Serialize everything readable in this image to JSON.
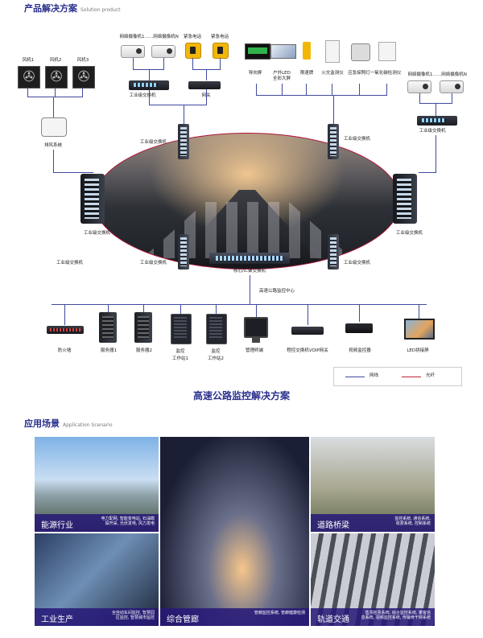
{
  "sections": {
    "product": {
      "title": "产品解决方案",
      "subtitle": "Solution product"
    },
    "application": {
      "title": "应用场景",
      "subtitle": "Application Scenario"
    }
  },
  "diagram": {
    "fans": [
      "风机1",
      "风机2",
      "风机3"
    ],
    "exhaust_system": "排风系统",
    "cameras_top": {
      "cam1": "网络摄像机1",
      "ellipsis": "……",
      "camN": "网络摄像机N"
    },
    "phones": [
      "紧急电话",
      "紧急电话"
    ],
    "industrial_switch": "工业级交换机",
    "gateway": "网关",
    "field_devices": [
      "导向屏",
      "户外LED\n全彩大屏",
      "限速牌",
      "火灾监测仪",
      "应急探照灯",
      "一氧化碳检测仪"
    ],
    "cameras_right": {
      "cam1": "网络摄像机1",
      "ellipsis": "……",
      "camN": "网络摄像机N"
    },
    "core_switch": "核心/汇聚交换机",
    "center": "高速公路监控中心",
    "center_devices": [
      "防火墙",
      "服务器1",
      "服务器2",
      "监控\n工作站1",
      "监控\n工作站2",
      "管理终端",
      "程控交换机VOIP网关",
      "视频监控器",
      "LED拼接屏"
    ],
    "legend": {
      "network": "网线",
      "fiber": "光纤"
    },
    "title": "高速公路监控解决方案",
    "colors": {
      "network": "#3f4a9c",
      "fiber": "#c0223b",
      "accent": "#2a2f8c"
    }
  },
  "scenarios": [
    {
      "name": "能源行业",
      "desc": "电力配网, 智能变电站, 石油勘\n探开采, 光伏发电, 风力发电"
    },
    {
      "name": "综合管廊",
      "desc": "管廊监控系统, 管廊健康检测"
    },
    {
      "name": "道路桥梁",
      "desc": "监控系统, 通信系统,\n收费系统, 控制系统"
    },
    {
      "name": "工业生产",
      "desc": "全自动车间监控, 智慧园\n区监控, 智慧城市监控"
    },
    {
      "name": "轨道交通",
      "desc": "售票检票系统, 综合监控系统, 乘客信\n息系统, 视频监控系统, 传输骨干网系统"
    }
  ]
}
